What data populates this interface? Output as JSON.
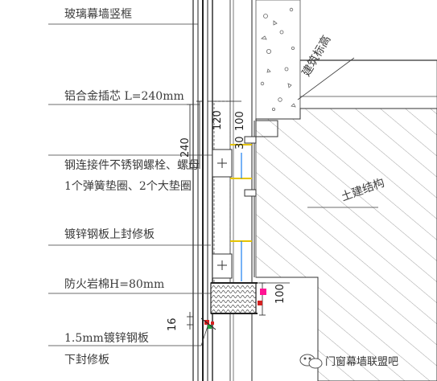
{
  "labels": {
    "glass_mullion": "玻璃幕墙竖框",
    "aluminum_core": "铝合金插芯 L=240mm",
    "steel_connector_line1": "钢连接件不锈钢螺栓、螺母",
    "steel_connector_line2": "1个弹簧垫圈、2个大垫圈",
    "galv_top_flashing": "镀锌钢板上封修板",
    "fire_wool": "防火岩棉H=80mm",
    "galv_bottom_line1": "1.5mm镀锌钢板",
    "galv_bottom_line2": "下封修板",
    "building_level": "建筑标高",
    "civil_structure": "土建结构"
  },
  "dimensions": {
    "d240": "240",
    "d120": "120",
    "d100a": "100",
    "d30": "30",
    "d100b": "100",
    "d16": "16"
  },
  "watermark": {
    "text": "门窗幕墙联盟吧",
    "icon": "chat-bubble-icon"
  }
}
